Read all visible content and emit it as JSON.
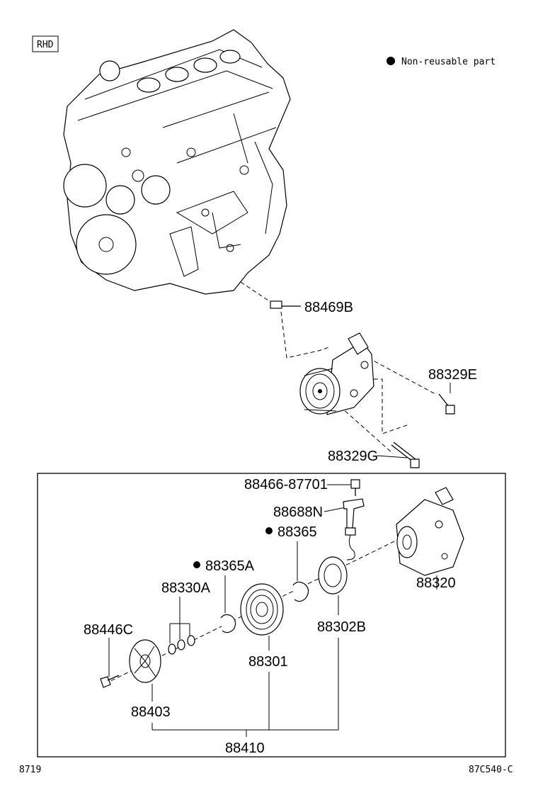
{
  "badge": "RHD",
  "legend": {
    "marker": "●",
    "text": "Non-reusable part"
  },
  "parts": {
    "p88469B": "88469B",
    "p88329E": "88329E",
    "p88329G": "88329G",
    "p88466": "88466-87701",
    "p88688N": "88688N",
    "p88365": "88365",
    "p88365A": "88365A",
    "p88330A": "88330A",
    "p88446C": "88446C",
    "p88320": "88320",
    "p88302B": "88302B",
    "p88301": "88301",
    "p88403": "88403",
    "p88410": "88410"
  },
  "non_reusable_marker": "●",
  "footer": {
    "left": "8719",
    "right": "87C540-C"
  }
}
